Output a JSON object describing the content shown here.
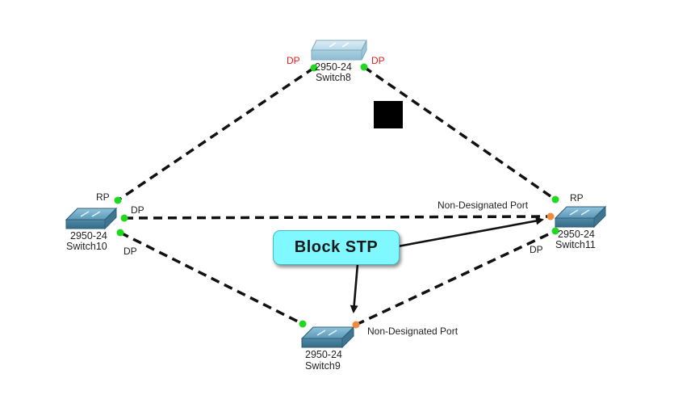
{
  "switches": {
    "switch8": {
      "model": "2950-24",
      "name": "Switch8"
    },
    "switch10": {
      "model": "2950-24",
      "name": "Switch10"
    },
    "switch11": {
      "model": "2950-24",
      "name": "Switch11"
    },
    "switch9": {
      "model": "2950-24",
      "name": "Switch9"
    }
  },
  "ports": {
    "s8_left": "DP",
    "s8_right": "DP",
    "s10_top": "RP",
    "s10_mid": "DP",
    "s10_bottom": "DP",
    "s11_top": "RP",
    "s11_left": "Non-Designated Port",
    "s11_bottom": "DP",
    "s9_right": "Non-Designated Port"
  },
  "callout": {
    "text": "Block STP"
  },
  "colors": {
    "forwarding_port": "#1fd81f",
    "blocking_port": "#f08a3c",
    "callout_bg": "#7ff8ff",
    "dp_label_top": "#e02020"
  }
}
